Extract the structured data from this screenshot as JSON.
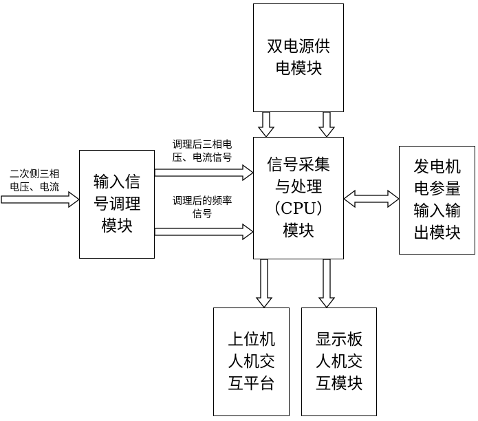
{
  "blocks": {
    "dual_power": "双电源供\n电模块",
    "input_conditioning": "输入信\n号调理\n模块",
    "cpu": "信号采集\n与处理\n（CPU）\n模块",
    "generator_io": "发电机\n电参量\n输入输\n出模块",
    "host_hmi": "上位机\n人机交\n互平台",
    "display_hmi": "显示板\n人机交\n互模块"
  },
  "labels": {
    "input_signal": "二次侧三相\n电压、电流",
    "conditioned_vi": "调理后三相电\n压、电流信号",
    "conditioned_freq": "调理后的频率\n信号"
  }
}
